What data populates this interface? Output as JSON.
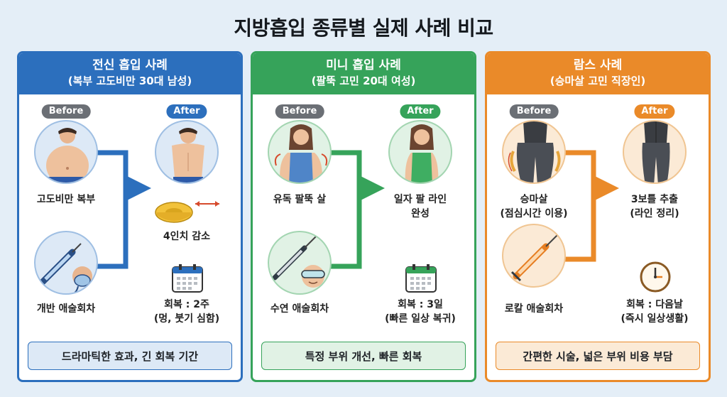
{
  "title": "지방흡입 종류별 실제 사례 비교",
  "colors": {
    "full": "#2c6fbd",
    "mini": "#36a35a",
    "lambs": "#ea8a29",
    "background": "#e4eef7"
  },
  "panels": [
    {
      "title": "전신 흡입 사례",
      "subtitle": "(복부 고도비만 30대 남성)",
      "before_badge": "Before",
      "after_badge": "After",
      "before_label": "고도비만 복부",
      "after_label": "4인치 감소",
      "anesthesia_label": "개반 애술회차",
      "recovery_line1": "회복 : 2주",
      "recovery_line2": "(멍, 붓기 심함)",
      "summary": "드라마틱한 효과, 긴 회복 기간",
      "icons": [
        "abdomen-before-icon",
        "abdomen-after-icon",
        "tape-measure-icon",
        "syringe-icon",
        "oxygen-mask-icon",
        "calendar-icon"
      ]
    },
    {
      "title": "미니 흡입 사례",
      "subtitle": "(팔뚝 고민 20대 여성)",
      "before_badge": "Before",
      "after_badge": "After",
      "before_label": "유독 팔뚝 살",
      "after_label_line1": "일자 팔 라인",
      "after_label_line2": "완성",
      "anesthesia_label": "수연 애술회차",
      "recovery_line1": "회복 : 3일",
      "recovery_line2": "(빠른 일상 복귀)",
      "summary": "특정 부위 개선, 빠른 회복",
      "icons": [
        "arm-before-icon",
        "arm-after-icon",
        "syringe-icon",
        "sleep-mask-icon",
        "calendar-icon"
      ]
    },
    {
      "title": "람스 사례",
      "subtitle": "(승마살 고민 직장인)",
      "before_badge": "Before",
      "after_badge": "After",
      "before_label_line1": "승마살",
      "before_label_line2": "(점심시간 이용)",
      "after_label_line1": "3보틀 추출",
      "after_label_line2": "(라인 정리)",
      "anesthesia_label": "로칼 애술회차",
      "recovery_line1": "회복 : 다음날",
      "recovery_line2": "(즉시 일상생활)",
      "summary": "간편한 시술, 넓은 부위 비용 부담",
      "icons": [
        "thigh-before-icon",
        "thigh-after-icon",
        "syringe-icon",
        "clock-icon"
      ]
    }
  ]
}
